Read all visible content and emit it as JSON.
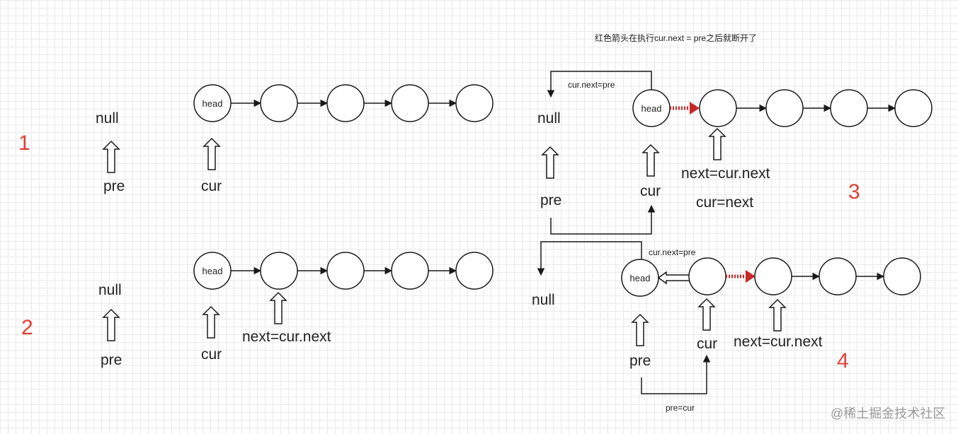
{
  "colors": {
    "step_number": "#e0403a",
    "broken_link": "#c62828",
    "outline": "#1a1a1a",
    "grid": "#e9e9e9",
    "watermark": "#9a9a9a"
  },
  "note": "红色箭头在执行cur.next = pre之后就断开了",
  "watermark": "@稀土掘金技术社区",
  "steps": [
    {
      "number": "1",
      "null_label": "null",
      "pre_label": "pre",
      "head_label": "head",
      "cur_label": "cur"
    },
    {
      "number": "2",
      "null_label": "null",
      "pre_label": "pre",
      "head_label": "head",
      "cur_label": "cur",
      "next_label": "next=cur.next"
    },
    {
      "number": "3",
      "null_label": "null",
      "pre_label": "pre",
      "head_label": "head",
      "cur_label": "cur",
      "next_label": "next=cur.next",
      "assign_label": "cur=next",
      "link_label": "cur.next=pre"
    },
    {
      "number": "4",
      "null_label": "null",
      "pre_label": "pre",
      "head_label": "head",
      "cur_label": "cur",
      "next_label": "next=cur.next",
      "link_label": "cur.next=pre",
      "assign_label": "pre=cur"
    }
  ]
}
